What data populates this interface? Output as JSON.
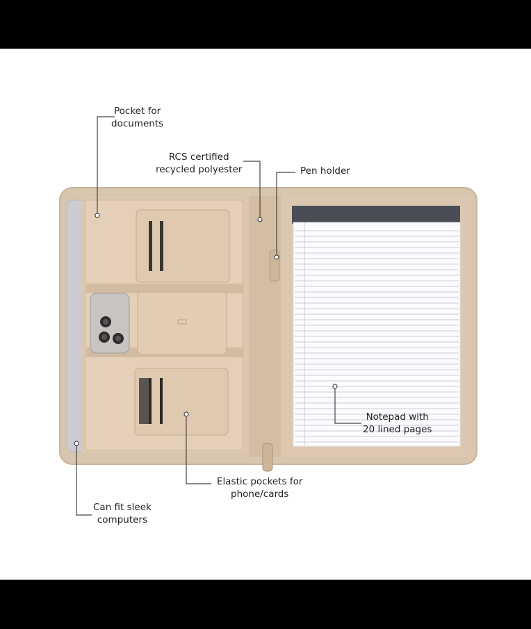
{
  "colors": {
    "background": "#ffffff",
    "frame": "#000000",
    "folio": "#d7c3ac",
    "folio_dark": "#c2ac92",
    "pocket": "#e3cfb6",
    "paper": "#fbfbfd",
    "paper_lines": "#b9bfd0",
    "laptop": "#c9c9cf",
    "phone": "#bfbdbb",
    "leader": "#444444"
  },
  "callouts": {
    "pocket_documents": {
      "line1": "Pocket for",
      "line2": "documents"
    },
    "rcs": {
      "line1": "RCS certified",
      "line2": "recycled polyester"
    },
    "pen_holder": {
      "line1": "Pen holder"
    },
    "notepad": {
      "line1": "Notepad with",
      "line2": "20 lined pages"
    },
    "elastic": {
      "line1": "Elastic pockets for",
      "line2": "phone/cards"
    },
    "computers": {
      "line1": "Can fit sleek",
      "line2": "computers"
    }
  },
  "icons": {
    "leader_dot": "leader-dot-icon"
  }
}
